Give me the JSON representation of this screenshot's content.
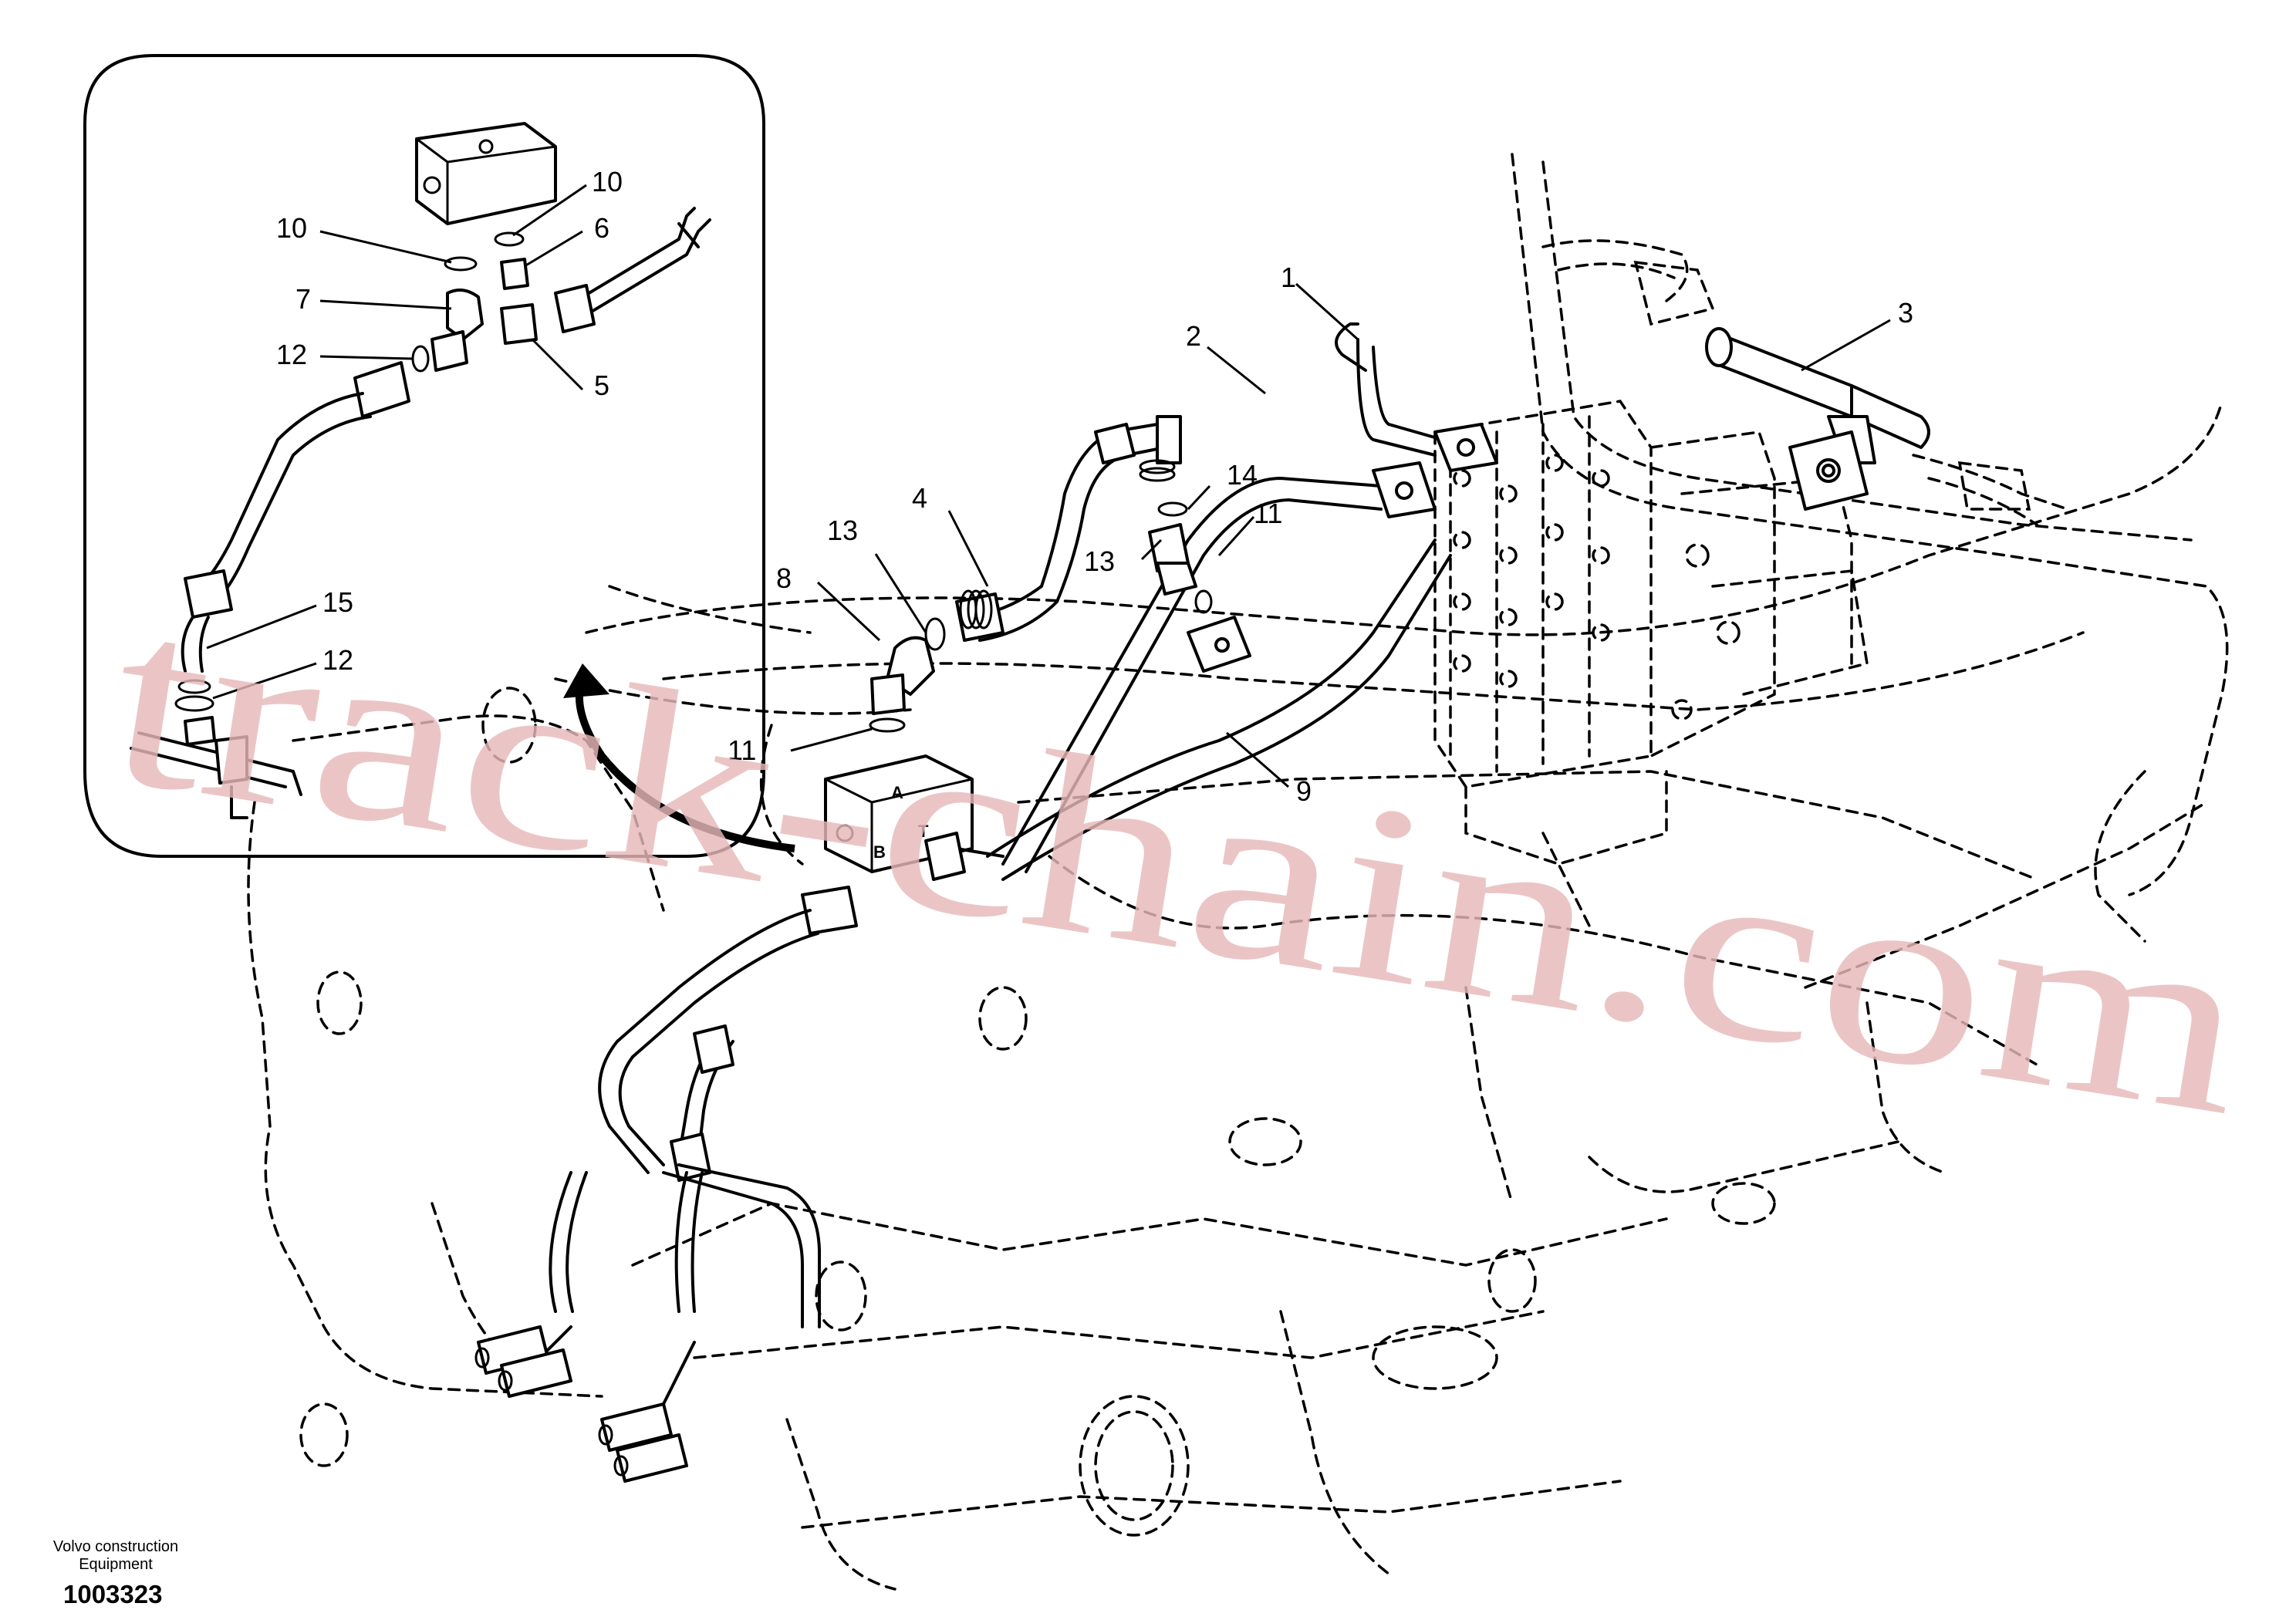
{
  "callouts": [
    "1",
    "2",
    "3",
    "4",
    "5",
    "6",
    "7",
    "8",
    "9",
    "10",
    "10",
    "11",
    "11",
    "12",
    "12",
    "13",
    "13",
    "14",
    "15"
  ],
  "port_labels": [
    "A",
    "B",
    "T"
  ],
  "watermark": "track-chain.com",
  "footer": {
    "line1": "Volvo construction",
    "line2": "Equipment",
    "figure_number": "1003323"
  }
}
